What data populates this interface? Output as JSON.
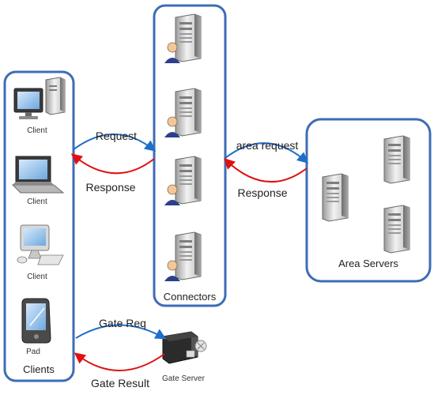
{
  "groups": {
    "clients": {
      "label": "Clients"
    },
    "connectors": {
      "label": "Connectors"
    },
    "area_servers": {
      "label": "Area Servers"
    }
  },
  "devices": {
    "desktop": "Client",
    "laptop": "Client",
    "imac": "Client",
    "pad": "Pad",
    "gate_server": "Gate Server"
  },
  "arrows": {
    "request": "Request",
    "response_left": "Response",
    "area_request": "area request",
    "response_right": "Response",
    "gate_req": "Gate Req",
    "gate_result": "Gate Result"
  },
  "colors": {
    "group_border": "#3d6db5",
    "arrow_blue": "#1f6fc8",
    "arrow_red": "#e01010"
  }
}
